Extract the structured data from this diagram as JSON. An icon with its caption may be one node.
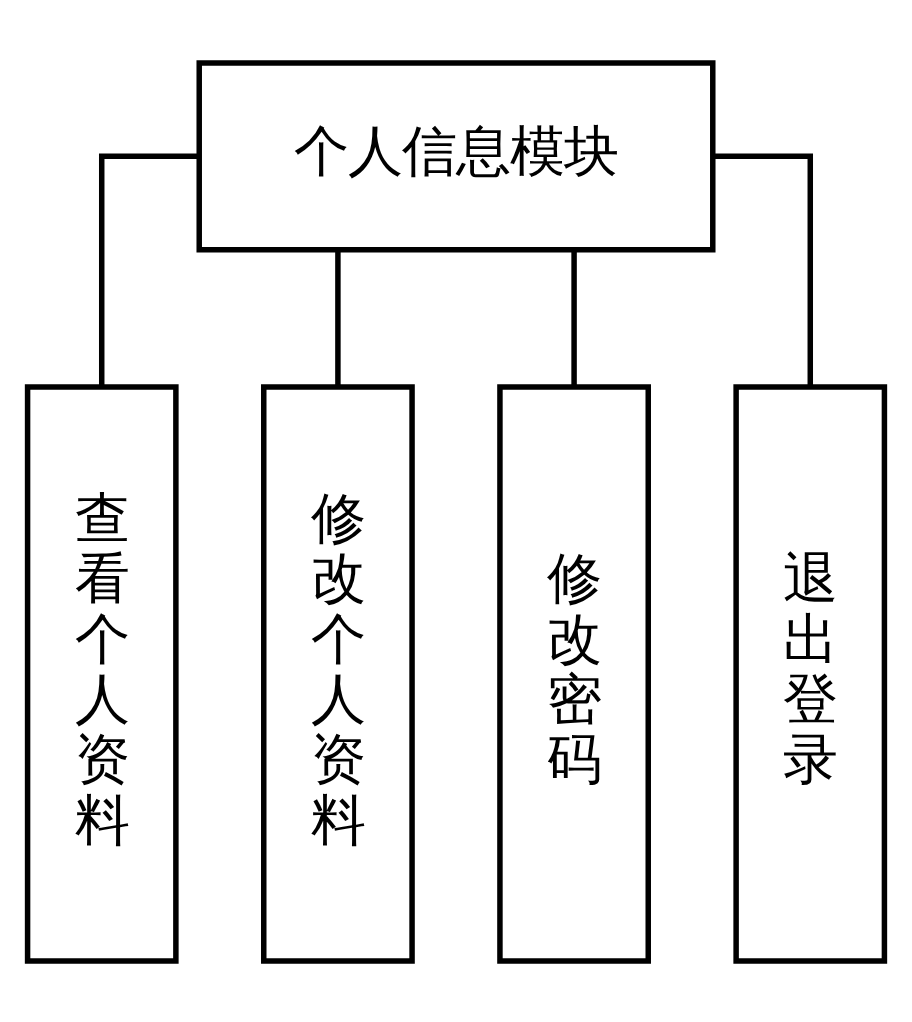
{
  "diagram": {
    "nodes": [
      {
        "text": [
          "个人信息模块"
        ]
      },
      {
        "text": [
          "查看个人资料"
        ]
      },
      {
        "text": [
          "修改个人资料"
        ]
      },
      {
        "text": [
          "修改密码"
        ]
      },
      {
        "text": [
          "退出登录"
        ]
      }
    ],
    "edges": [
      {
        "from": 0,
        "to": 1,
        "arrow": "none"
      },
      {
        "from": 0,
        "to": 2,
        "arrow": "none"
      },
      {
        "from": 0,
        "to": 3,
        "arrow": "none"
      },
      {
        "from": 0,
        "to": 4,
        "arrow": "none"
      }
    ]
  }
}
